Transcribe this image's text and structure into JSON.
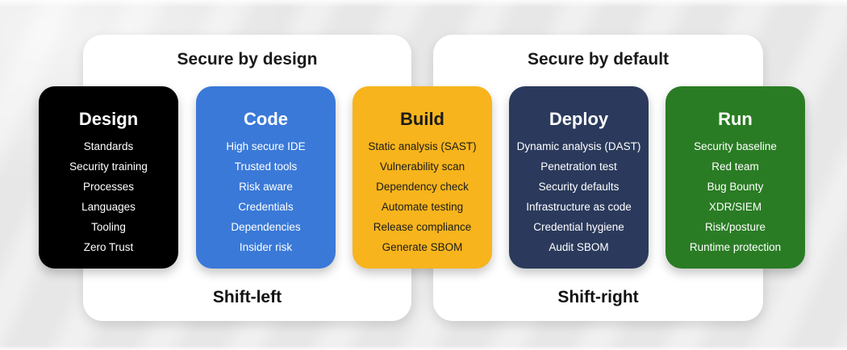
{
  "panels": [
    {
      "title": "Secure by design",
      "footer": "Shift-left"
    },
    {
      "title": "Secure by default",
      "footer": "Shift-right"
    }
  ],
  "cards": [
    {
      "title": "Design",
      "bg": "#000000",
      "fg": "#ffffff",
      "items": [
        "Standards",
        "Security training",
        "Processes",
        "Languages",
        "Tooling",
        "Zero Trust"
      ]
    },
    {
      "title": "Code",
      "bg": "#3a79d8",
      "fg": "#ffffff",
      "items": [
        "High secure IDE",
        "Trusted tools",
        "Risk aware",
        "Credentials",
        "Dependencies",
        "Insider risk"
      ]
    },
    {
      "title": "Build",
      "bg": "#f7b41c",
      "fg": "#1b1b1b",
      "items": [
        "Static analysis (SAST)",
        "Vulnerability scan",
        "Dependency check",
        "Automate testing",
        "Release compliance",
        "Generate SBOM"
      ]
    },
    {
      "title": "Deploy",
      "bg": "#2b3a5c",
      "fg": "#ffffff",
      "items": [
        "Dynamic analysis (DAST)",
        "Penetration test",
        "Security defaults",
        "Infrastructure as code",
        "Credential hygiene",
        "Audit SBOM"
      ]
    },
    {
      "title": "Run",
      "bg": "#2a7c24",
      "fg": "#ffffff",
      "items": [
        "Security baseline",
        "Red team",
        "Bug Bounty",
        "XDR/SIEM",
        "Risk/posture",
        "Runtime protection"
      ]
    }
  ],
  "colors": {
    "background": "#e7e7e7",
    "panel": "#ffffff",
    "design_card": "#000000",
    "code_card": "#3a79d8",
    "build_card": "#f7b41c",
    "deploy_card": "#2b3a5c",
    "run_card": "#2a7c24"
  }
}
